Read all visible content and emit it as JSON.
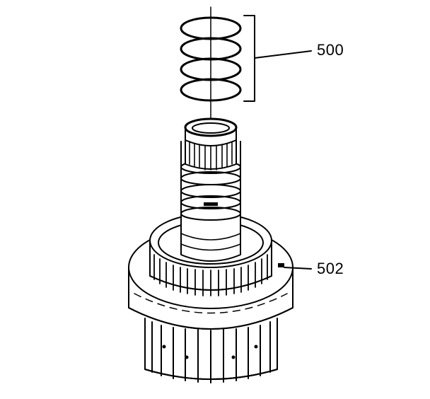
{
  "figure": {
    "callouts": [
      {
        "id": "500",
        "label": "500"
      },
      {
        "id": "502",
        "label": "502"
      }
    ],
    "colors": {
      "ink": "#000000",
      "paper": "#ffffff"
    }
  }
}
